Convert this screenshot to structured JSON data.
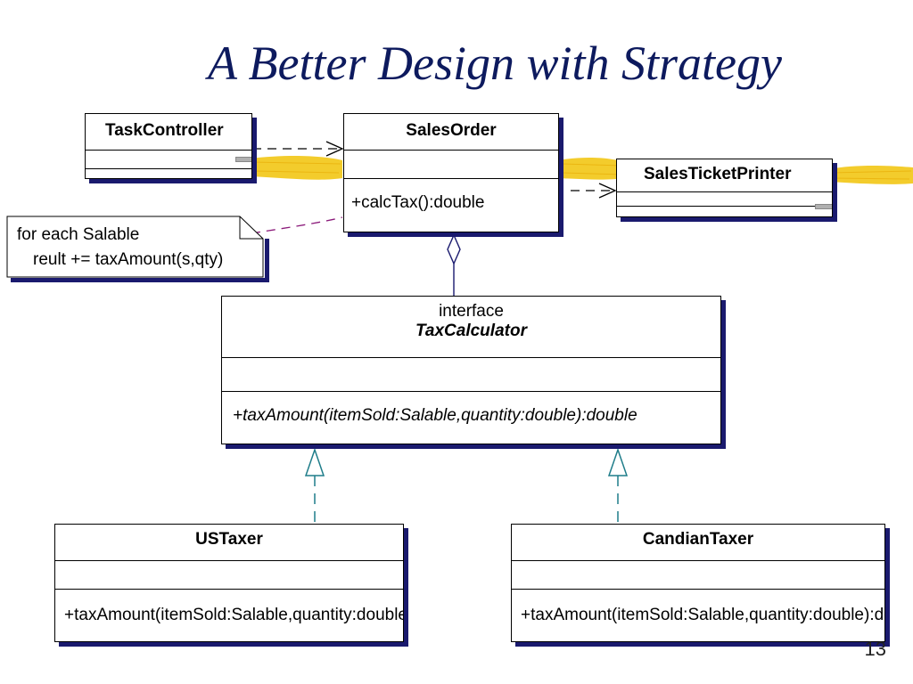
{
  "slide": {
    "title": "A Better Design with Strategy",
    "page_number": "13"
  },
  "classes": {
    "task_controller": {
      "name": "TaskController"
    },
    "sales_order": {
      "name": "SalesOrder",
      "operation": "+calcTax():double"
    },
    "sales_ticket_printer": {
      "name": "SalesTicketPrinter"
    },
    "tax_calculator": {
      "stereotype": "interface",
      "name": "TaxCalculator",
      "operation": "+taxAmount(itemSold:Salable,quantity:double):double"
    },
    "us_taxer": {
      "name": "USTaxer",
      "operation": "+taxAmount(itemSold:Salable,quantity:double):double"
    },
    "candian_taxer": {
      "name": "CandianTaxer",
      "operation": "+taxAmount(itemSold:Salable,quantity:double):double"
    }
  },
  "note": {
    "line1": "for each Salable",
    "line2": "reult += taxAmount(s,qty)"
  },
  "colors": {
    "title": "#0d1a5e",
    "shadow": "#1a1a6e",
    "highlight": "#f2c81a",
    "note_link": "#8b1a7a",
    "realization": "#1f7d8a"
  }
}
